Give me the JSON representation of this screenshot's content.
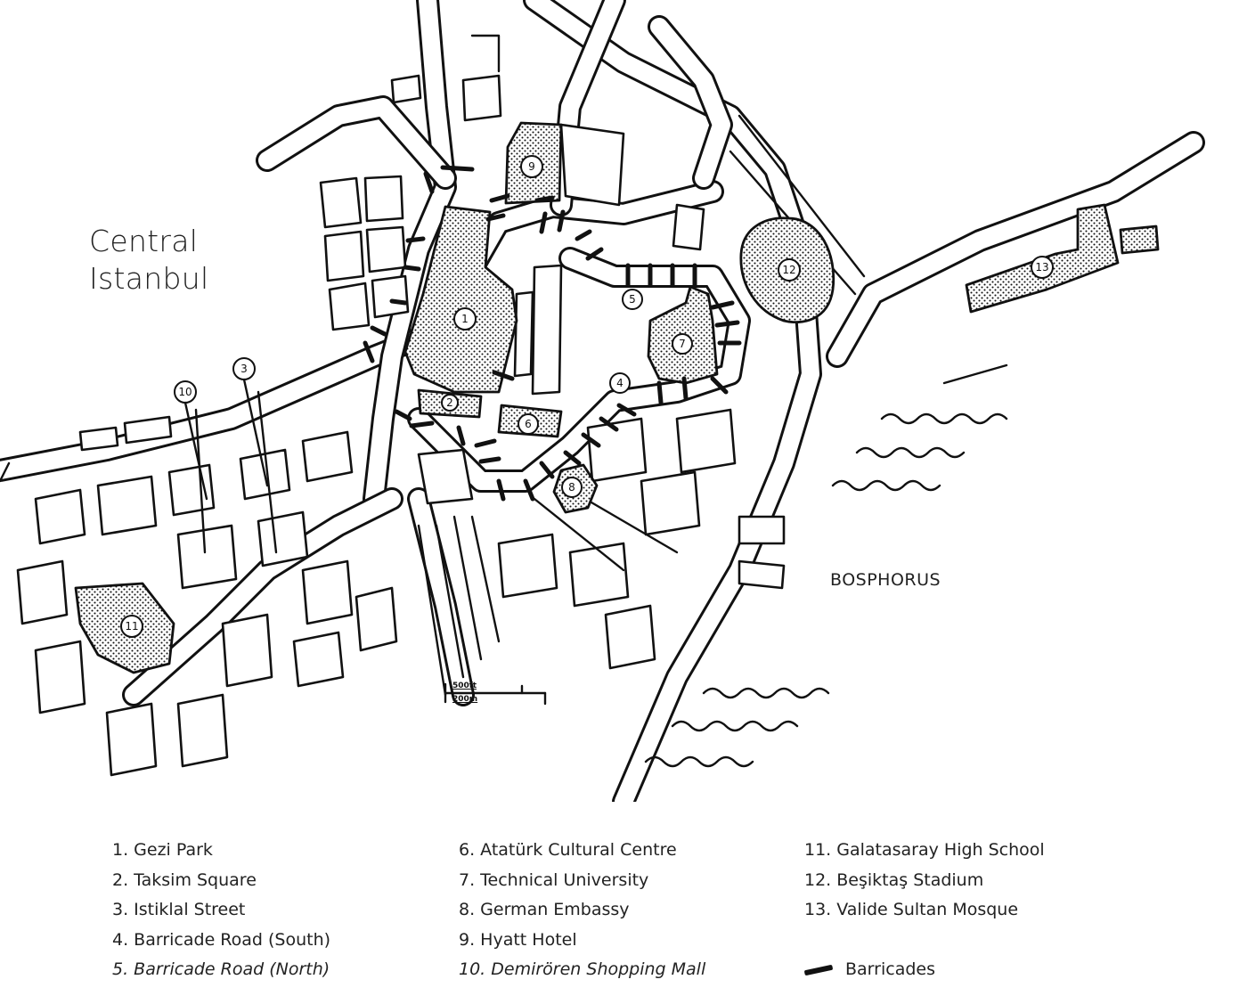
{
  "map": {
    "title_line1": "Central",
    "title_line2": "Istanbul",
    "water_label": "BOSPHORUS",
    "scale": {
      "feet": "500ft",
      "meters": "200m"
    },
    "markers": [
      "1",
      "2",
      "3",
      "4",
      "5",
      "6",
      "7",
      "8",
      "9",
      "10",
      "11",
      "12",
      "13"
    ]
  },
  "legend": {
    "col1": [
      "1. Gezi Park",
      "2. Taksim Square",
      "3. Istiklal Street",
      "4. Barricade Road (South)",
      "5. Barricade Road (North)"
    ],
    "col2": [
      "6. Atatürk Cultural Centre",
      "7. Technical University",
      "8. German Embassy",
      "9. Hyatt Hotel",
      "10. Demirören Shopping Mall"
    ],
    "col3": [
      "11. Galatasaray High School",
      "12. Beşiktaş Stadium",
      "13. Valide Sultan Mosque"
    ],
    "barricades_label": "Barricades"
  },
  "colors": {
    "ink": "#111111",
    "paper": "#ffffff"
  }
}
